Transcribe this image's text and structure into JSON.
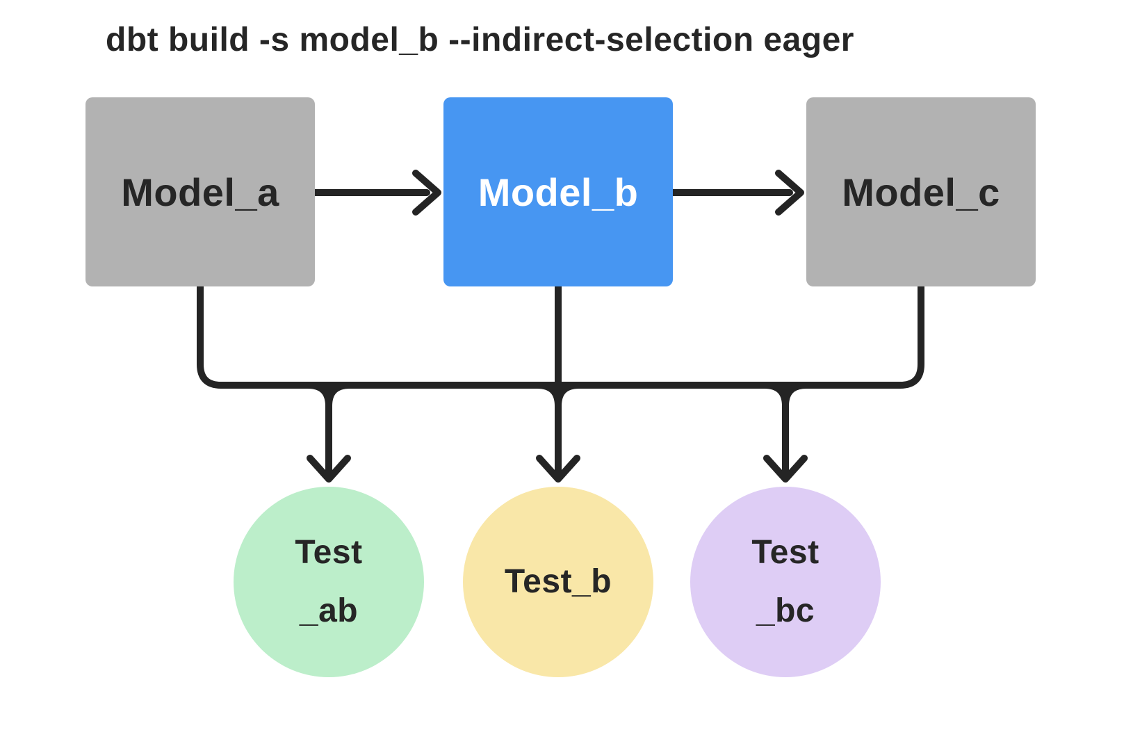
{
  "title": "dbt build -s model_b --indirect-selection eager",
  "nodes": {
    "models": [
      {
        "id": "model_a",
        "label": "Model_a",
        "selected": false
      },
      {
        "id": "model_b",
        "label": "Model_b",
        "selected": true
      },
      {
        "id": "model_c",
        "label": "Model_c",
        "selected": false
      }
    ],
    "tests": [
      {
        "id": "test_ab",
        "lines": [
          "Test",
          "_ab"
        ]
      },
      {
        "id": "test_b",
        "lines": [
          "Test_b"
        ]
      },
      {
        "id": "test_bc",
        "lines": [
          "Test",
          "_bc"
        ]
      }
    ]
  },
  "edges": [
    {
      "from": "model_a",
      "to": "model_b"
    },
    {
      "from": "model_b",
      "to": "model_c"
    },
    {
      "from": "model_a",
      "to": "test_ab"
    },
    {
      "from": "model_b",
      "to": "test_ab"
    },
    {
      "from": "model_b",
      "to": "test_b"
    },
    {
      "from": "model_b",
      "to": "test_bc"
    },
    {
      "from": "model_c",
      "to": "test_bc"
    }
  ],
  "colors": {
    "background": "#ffffff",
    "edge": "#242424",
    "text": "#262626",
    "model_selected": "#4796f2",
    "model_selected_text": "#ffffff",
    "model_unselected": "#b2b2b2",
    "test_ab": "#bceeca",
    "test_b": "#f9e7a8",
    "test_bc": "#decdf5"
  }
}
